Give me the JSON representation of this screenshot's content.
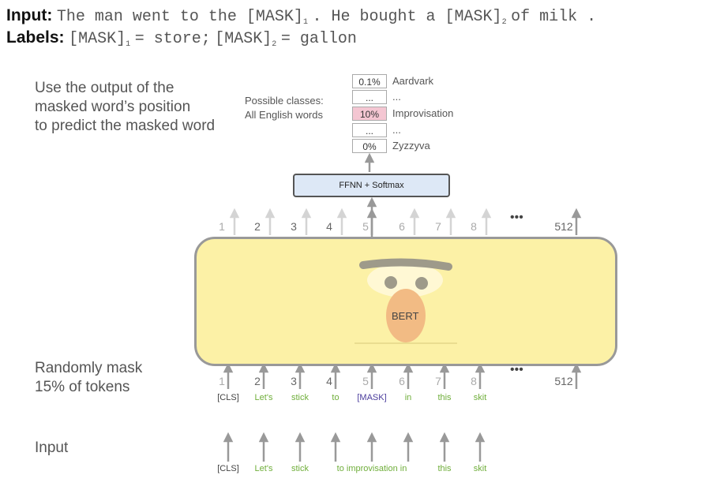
{
  "header": {
    "input_key": "Input",
    "input_sentence_a": "The man went to the [MASK]",
    "input_sub_1": "1",
    "input_sentence_b": ". He bought a [MASK]",
    "input_sub_2": "2",
    "input_sentence_c": "of milk .",
    "labels_key": "Labels:",
    "label_a": "[MASK]",
    "label_sub_1": "1",
    "label_b": "= store;",
    "label_c": "[MASK]",
    "label_sub_2": "2",
    "label_d": "= gallon"
  },
  "captions": {
    "predict": [
      "Use the output of the",
      "masked word’s position",
      "to predict the masked word"
    ],
    "mask": [
      "Randomly mask",
      "15% of tokens"
    ],
    "input": "Input"
  },
  "output": {
    "possible_classes": [
      "Possible classes:",
      "All English words"
    ],
    "rows": [
      {
        "pct": "0.1%",
        "label": "Aardvark",
        "highlight": false
      },
      {
        "pct": "...",
        "label": "...",
        "highlight": false
      },
      {
        "pct": "10%",
        "label": "Improvisation",
        "highlight": true
      },
      {
        "pct": "...",
        "label": "...",
        "highlight": false
      },
      {
        "pct": "0%",
        "label": "Zyzzyva",
        "highlight": false
      }
    ]
  },
  "ffnn_label": "FFNN + Softmax",
  "bert_label": "BERT",
  "positions": [
    "1",
    "2",
    "3",
    "4",
    "5",
    "6",
    "7",
    "8"
  ],
  "ellipsis": "•••",
  "last_position": "512",
  "masked_tokens": [
    "[CLS]",
    "Let's",
    "stick",
    "to",
    "[MASK]",
    "in",
    "this",
    "skit"
  ],
  "input_tokens": [
    "[CLS]",
    "Let's",
    "stick",
    "to improvisation in",
    "this",
    "skit"
  ],
  "colors": {
    "token": "#6fae3a",
    "mask_token": "#4a3c9c",
    "highlight": "#f4c6d2",
    "bert_body": "#fcf1a6",
    "ffnn": "#dde8f6"
  }
}
